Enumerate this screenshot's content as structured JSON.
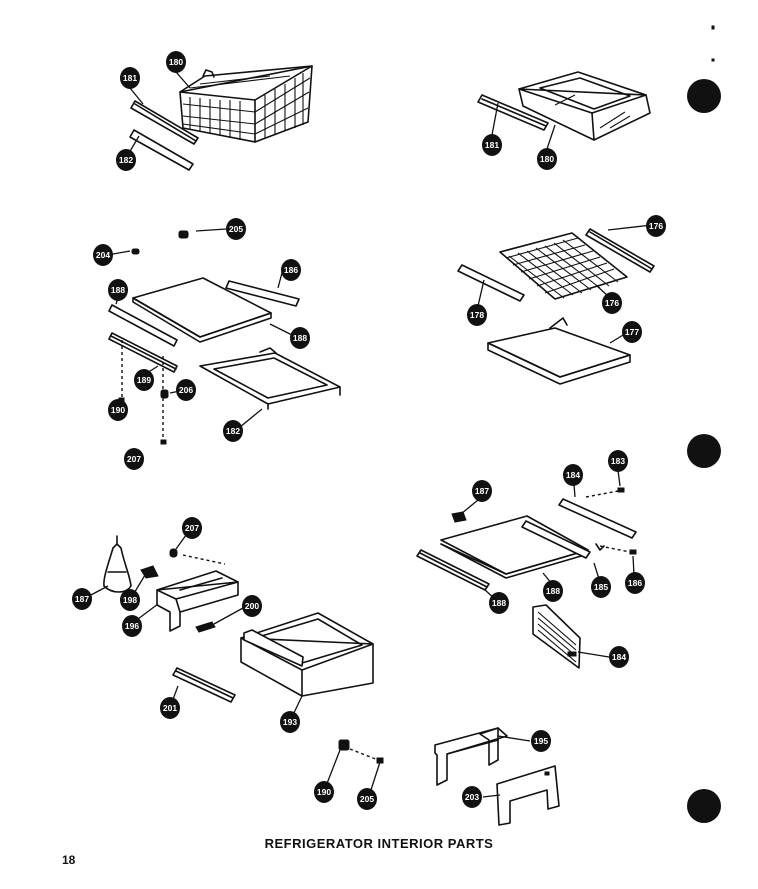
{
  "page": {
    "title": "REFRIGERATOR INTERIOR  PARTS",
    "page_number": "18"
  },
  "callouts": {
    "c181a": "181",
    "c180a": "180",
    "c182a": "182",
    "c181b": "181",
    "c180b": "180",
    "c205a": "205",
    "c204": "204",
    "c186": "186",
    "c188a": "188",
    "c188b": "188",
    "c189": "189",
    "c206": "206",
    "c190a": "190",
    "c182b": "182",
    "c207a": "207",
    "c176a": "176",
    "c178": "178",
    "c176b": "176",
    "c177": "177",
    "c183": "183",
    "c184a": "184",
    "c187a": "187",
    "c185": "185",
    "c186b": "186",
    "c188c": "188",
    "c188d": "188",
    "c184b": "184",
    "c207b": "207",
    "c187b": "187",
    "c198": "198",
    "c196": "196",
    "c200": "200",
    "c201": "201",
    "c193": "193",
    "c195": "195",
    "c203": "203",
    "c190b": "190",
    "c205b": "205"
  }
}
